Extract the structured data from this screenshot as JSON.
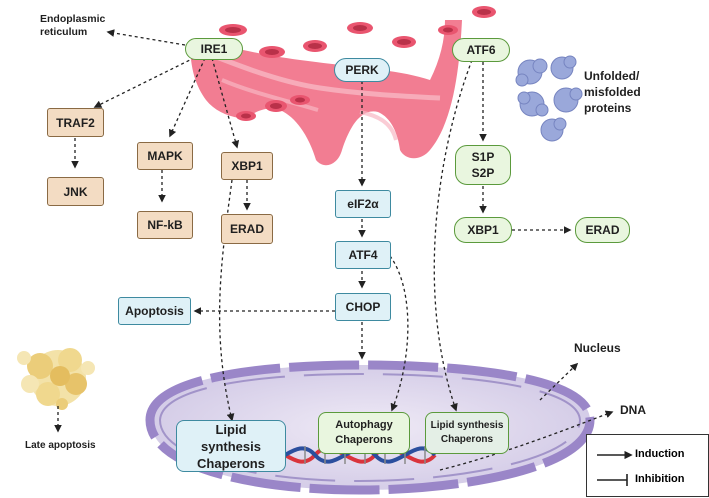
{
  "labels": {
    "er": "Endoplasmic reticulum",
    "unfolded": "Unfolded/ misfolded proteins",
    "late_apoptosis": "Late apoptosis",
    "nucleus": "Nucleus",
    "dna": "DNA"
  },
  "sensors": {
    "ire1": "IRE1",
    "perk": "PERK",
    "atf6": "ATF6"
  },
  "ire1_branch": {
    "traf2": "TRAF2",
    "jnk": "JNK",
    "mapk": "MAPK",
    "nfkb": "NF-kB",
    "xbp1": "XBP1",
    "erad": "ERAD"
  },
  "perk_branch": {
    "eif2a": "eIF2α",
    "atf4": "ATF4",
    "chop": "CHOP",
    "apoptosis": "Apoptosis"
  },
  "atf6_branch": {
    "s1p_s2p": "S1P S2P",
    "xbp1": "XBP1",
    "erad": "ERAD"
  },
  "nucleus_boxes": {
    "lipid_large": "Lipid synthesis Chaperons",
    "autophagy": "Autophagy Chaperons",
    "lipid_small": "Lipid synthesis Chaperons"
  },
  "legend": {
    "induction": "Induction",
    "inhibition": "Inhibition"
  },
  "colors": {
    "er": "#f07a8f",
    "tan_box": "#f3dcc3",
    "blue_box": "#dff1f7",
    "green_box": "#e9f6df",
    "nucleus_membrane": "#9a86c8",
    "nucleus_fill": "#dcd6ea",
    "dna_red": "#d9343c",
    "dna_blue": "#2b4f9e",
    "protein": "#9aa8da"
  }
}
